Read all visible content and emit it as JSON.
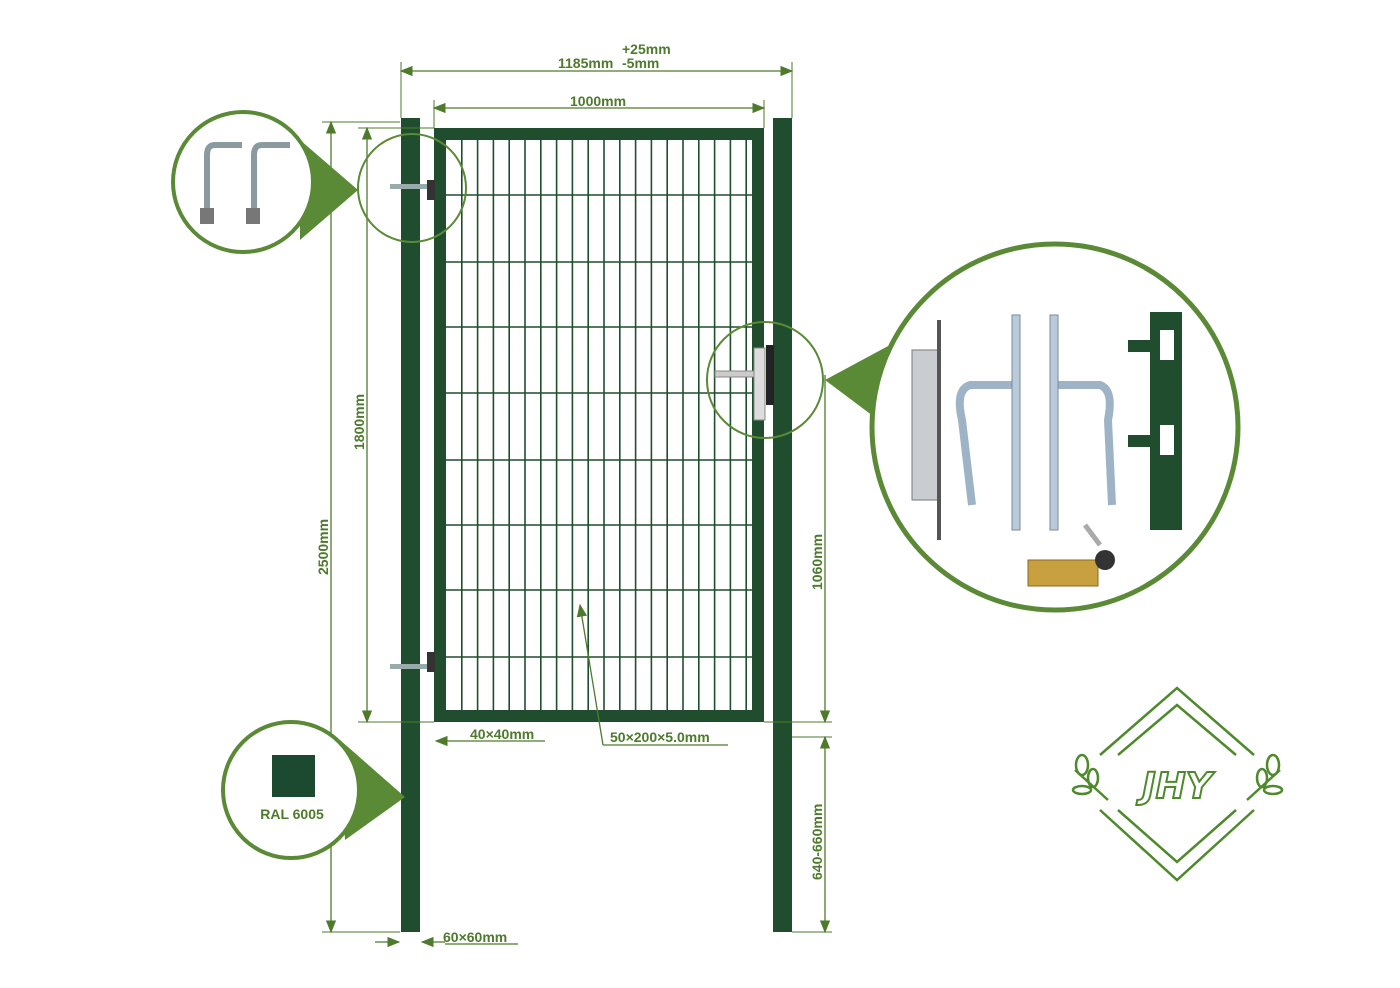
{
  "dimensions": {
    "overall_width": "1185mm",
    "tolerance_plus": "+25mm",
    "tolerance_minus": "-5mm",
    "gate_width": "1000mm",
    "post_height": "2500mm",
    "gate_height": "1800mm",
    "lock_height": "1060mm",
    "post_depth": "640-660mm",
    "frame_profile": "40×40mm",
    "mesh_spec": "50×200×5.0mm",
    "post_profile": "60×60mm"
  },
  "color_callout": {
    "label": "RAL 6005",
    "swatch": "#1b4a30"
  },
  "callouts": {
    "hinge": "hinge-bolts",
    "lock": "lock-set"
  },
  "logo": {
    "text": "JHY"
  },
  "colors": {
    "accent": "#4e7a2c",
    "gate": "#1f4d2e",
    "callout_ring": "#5a8a35"
  }
}
